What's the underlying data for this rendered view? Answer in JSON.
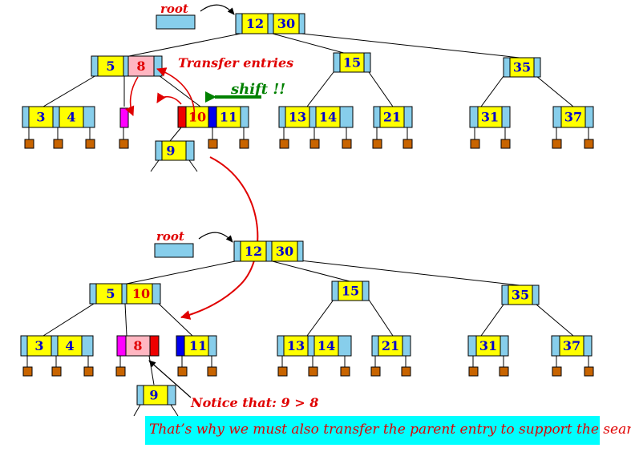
{
  "labels": {
    "root_top": "root",
    "root_bottom": "root",
    "transfer": "Transfer entries",
    "shift": "shift !!",
    "notice": "Notice that:  9 > 8",
    "caption": "That’s why we must also transfer the parent entry to support the search"
  },
  "top_tree": {
    "root_keys": [
      "12",
      "30"
    ],
    "left_keys": [
      "5",
      "8"
    ],
    "mid_key": "15",
    "right_key": "35",
    "leaf_a": [
      "3",
      "4"
    ],
    "leaf_c": [
      "10",
      "11"
    ],
    "leaf_d": [
      "13",
      "14"
    ],
    "leaf_e": "21",
    "leaf_f": "31",
    "leaf_g": "37",
    "subtree_key": "9"
  },
  "bottom_tree": {
    "root_keys": [
      "12",
      "30"
    ],
    "left_keys": [
      "5",
      "10"
    ],
    "mid_key": "15",
    "right_key": "35",
    "leaf_a": [
      "3",
      "4"
    ],
    "leaf_b": "8",
    "leaf_c": "11",
    "leaf_d": [
      "13",
      "14"
    ],
    "leaf_e": "21",
    "leaf_f": "31",
    "leaf_g": "37",
    "subtree_key": "9"
  },
  "colors": {
    "pointer": "#87ceeb",
    "key_fill": "#ffff00",
    "key_text": "#0000cc",
    "moved_key_text": "#e00000",
    "moved_key_fill": "#ffb6c1",
    "magenta": "#ff00ff",
    "red_block": "#ee0000",
    "blue_block": "#0000ee",
    "leaf_square": "#c86400",
    "arrow_red": "#e00000",
    "arrow_green": "#008000",
    "caption_bg": "#00ffff"
  }
}
